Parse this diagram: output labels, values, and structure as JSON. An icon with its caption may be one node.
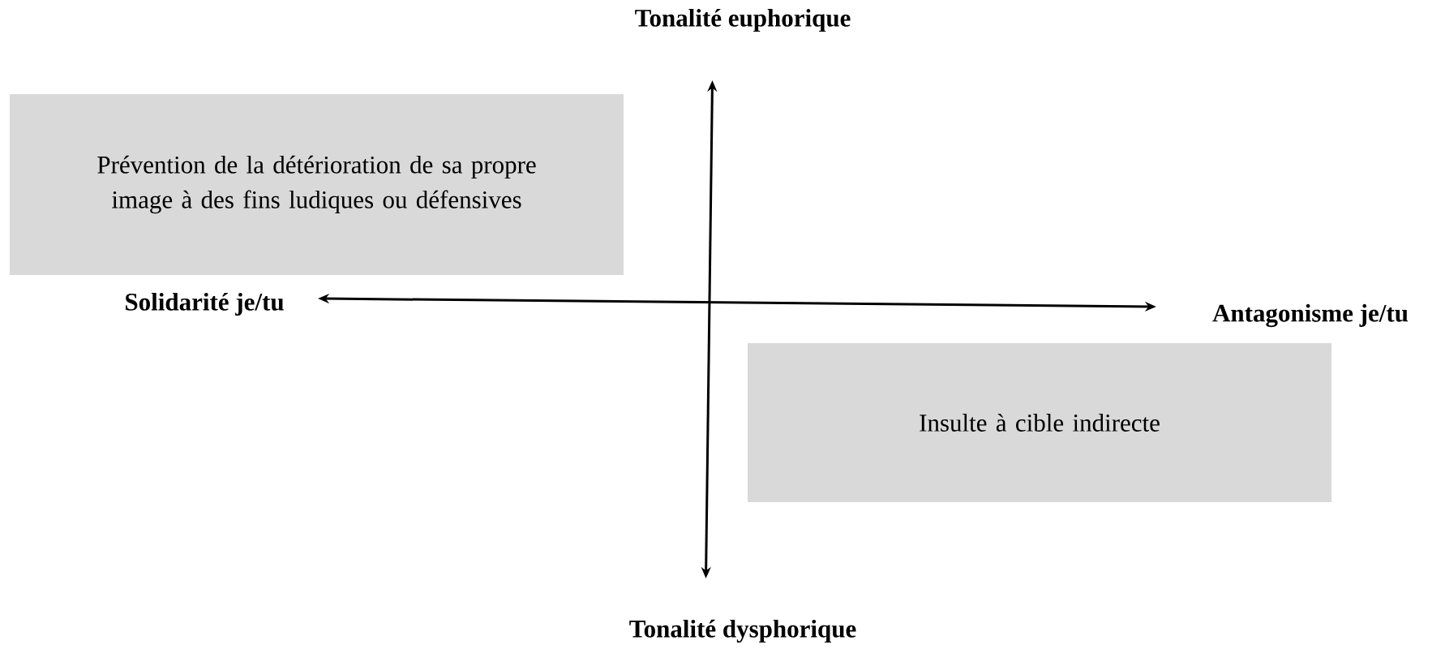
{
  "diagram": {
    "nodes": [
      {
        "text": [
          "Prévention de la détérioration de sa propre image à des fins ludiques ou défensives"
        ]
      },
      {
        "text": [
          "Insulte à cible indirecte"
        ]
      }
    ],
    "labels": [
      "Tonalité euphorique",
      "Solidarité je/tu",
      "Antagonisme je/tu",
      "Tonalité dysphorique"
    ]
  }
}
